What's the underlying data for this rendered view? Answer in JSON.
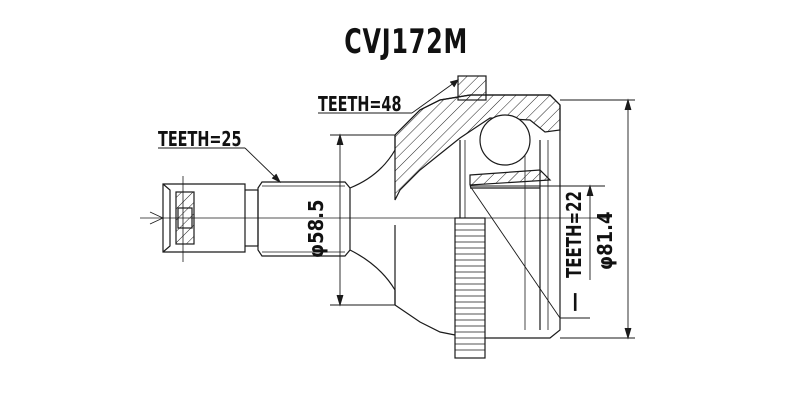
{
  "drawing": {
    "part_number": "CVJ172M",
    "type": "CV joint outer (technical drawing)"
  },
  "annotations": {
    "shaft_spline": "TEETH=25",
    "abs_ring": "TEETH=48",
    "inner_spline": "TEETH=22",
    "shaft_diameter": "φ58.5",
    "outer_diameter": "φ81.4",
    "mark": "—"
  },
  "colors": {
    "line": "#1a1a1a",
    "background": "#ffffff"
  }
}
